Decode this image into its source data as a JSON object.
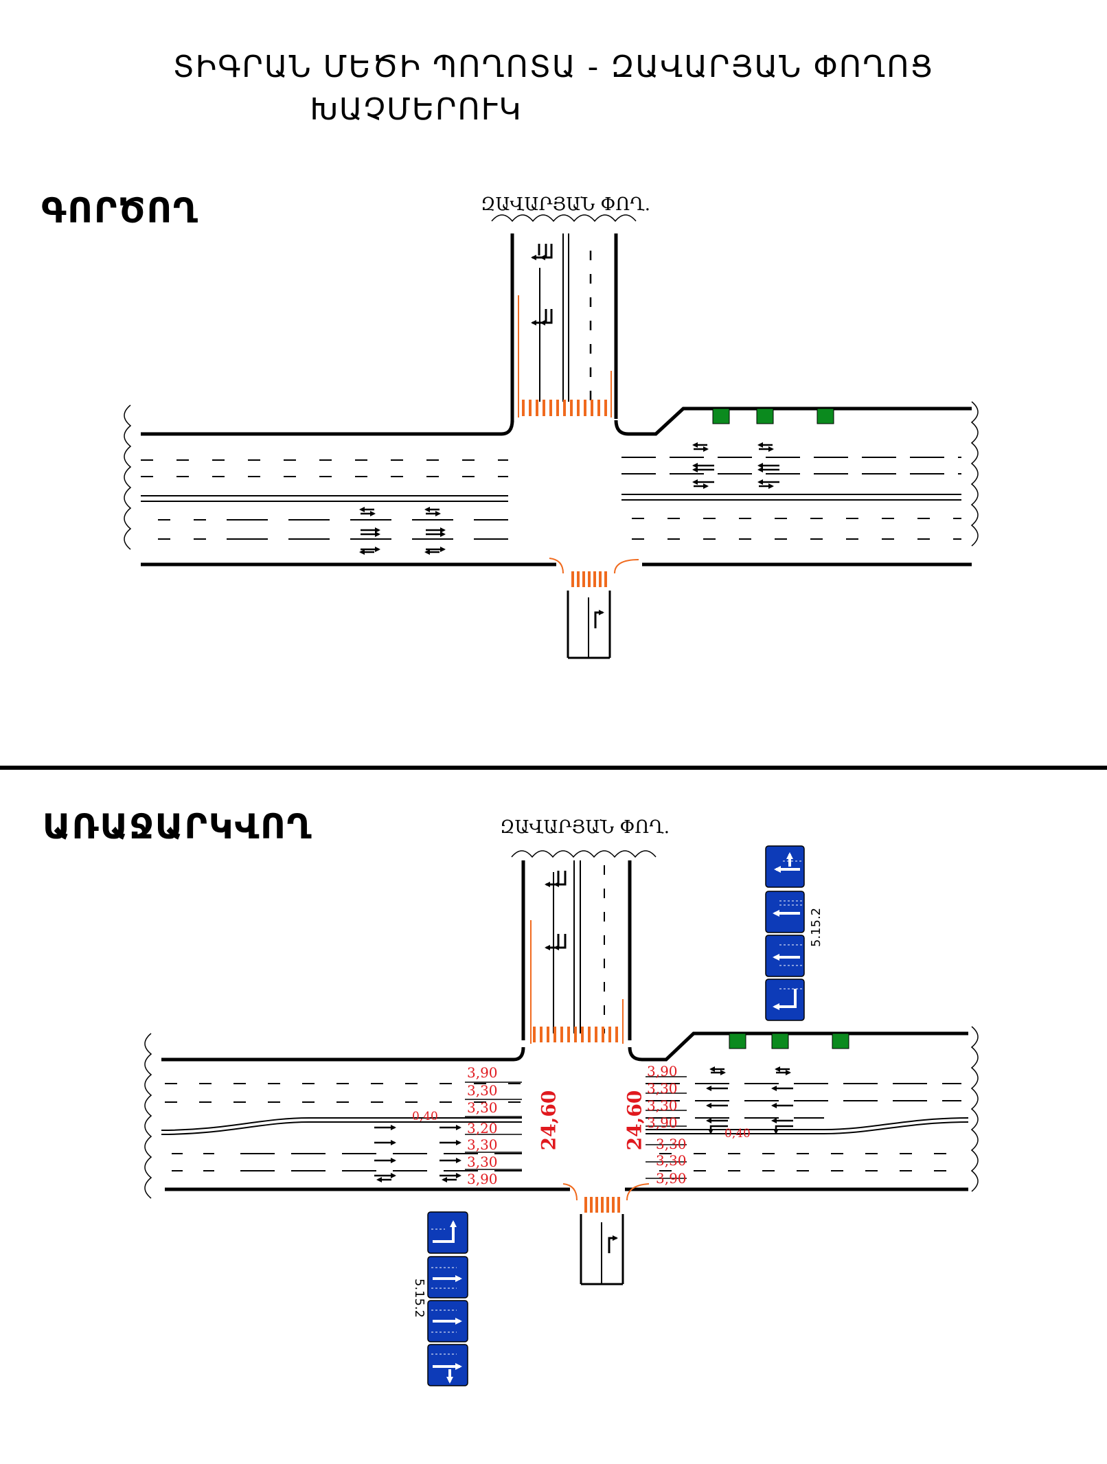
{
  "title": {
    "line1": "ՏԻԳՐԱՆ ՄԵԾԻ ՊՈՂՈՏԱ - ԶԱՎԱՐՅԱՆ ՓՈՂՈՑ",
    "line2": "ԽԱՉՄԵՐՈՒԿ"
  },
  "existing": {
    "label": "ԳՈՐԾՈՂ",
    "street_label": "ԶԱՎԱՐՅԱՆ ՓՈՂ."
  },
  "proposed": {
    "label": "ԱՌԱՋԱՐԿՎՈՂ",
    "street_label": "ԶԱՎԱՐՅԱՆ ՓՈՂ.",
    "left_total": "24,60",
    "right_total": "24,60",
    "left_lane_widths": [
      "3,90",
      "3,30",
      "3,30",
      "3,20",
      "3,30",
      "3,30",
      "3,90"
    ],
    "left_median": "0,40",
    "right_lane_widths": [
      "3,90",
      "3,30",
      "3,30",
      "3,90",
      "3,30",
      "3,30",
      "3,90"
    ],
    "right_median": "0,40",
    "sign_code_top": "5.15.2",
    "sign_code_bottom": "5.15.2"
  },
  "colors": {
    "road_line": "#000000",
    "crosswalk": "#f06a1e",
    "traffic_light": "#0b8a1e",
    "sign_blue": "#0d3bb8",
    "dimension": "#e0191e"
  },
  "icons": {
    "sign_arrow": "lane-direction-arrow-icon",
    "traffic_light": "traffic-light-icon",
    "road_break": "road-break-wave-icon"
  }
}
